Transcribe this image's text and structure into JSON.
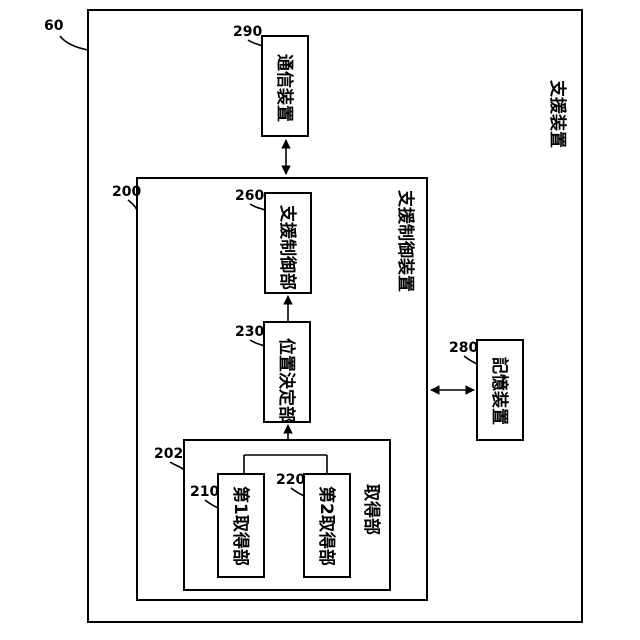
{
  "outer": {
    "ref": "60",
    "label": "支援装置"
  },
  "comm": {
    "ref": "290",
    "label": "通信装置"
  },
  "controller": {
    "ref": "200",
    "label": "支援制御装置"
  },
  "support_control": {
    "ref": "260",
    "label": "支援制御部"
  },
  "position": {
    "ref": "230",
    "label": "位置決定部"
  },
  "storage": {
    "ref": "280",
    "label": "記憶装置"
  },
  "acquire": {
    "ref": "202",
    "label": "取得部"
  },
  "acquire1": {
    "ref": "210",
    "label": "第1取得部"
  },
  "acquire2": {
    "ref": "220",
    "label": "第2取得部"
  }
}
